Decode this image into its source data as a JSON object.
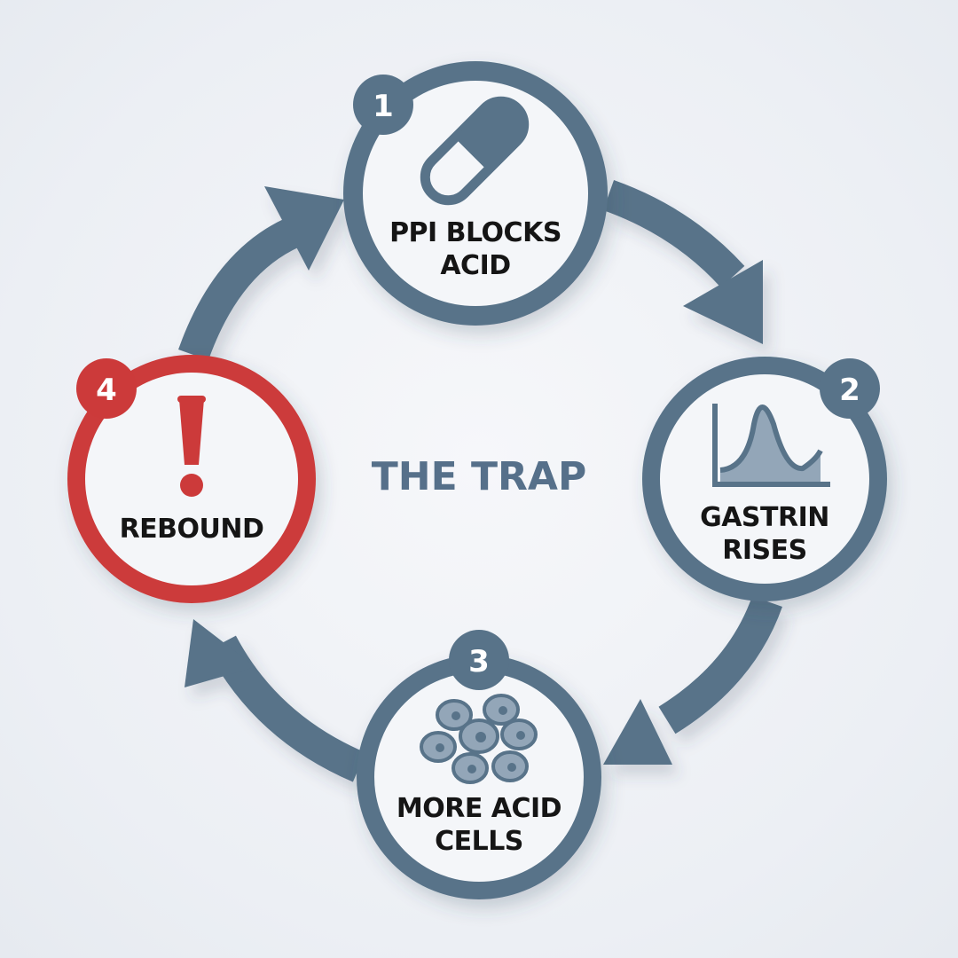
{
  "title": "THE TRAP",
  "steps": [
    {
      "number": "1",
      "line1": "PPI BLOCKS",
      "line2": "ACID",
      "icon": "capsule-icon"
    },
    {
      "number": "2",
      "line1": "GASTRIN",
      "line2": "RISES",
      "icon": "rising-curve-chart-icon"
    },
    {
      "number": "3",
      "line1": "MORE ACID",
      "line2": "CELLS",
      "icon": "cells-cluster-icon"
    },
    {
      "number": "4",
      "line1": "REBOUND",
      "icon": "exclamation-icon"
    }
  ],
  "colors": {
    "primary": "#587389",
    "alert": "#cc3a3a",
    "circle_fill": "#f4f6f9",
    "background": "#eef1f5",
    "label_text": "#151515"
  }
}
